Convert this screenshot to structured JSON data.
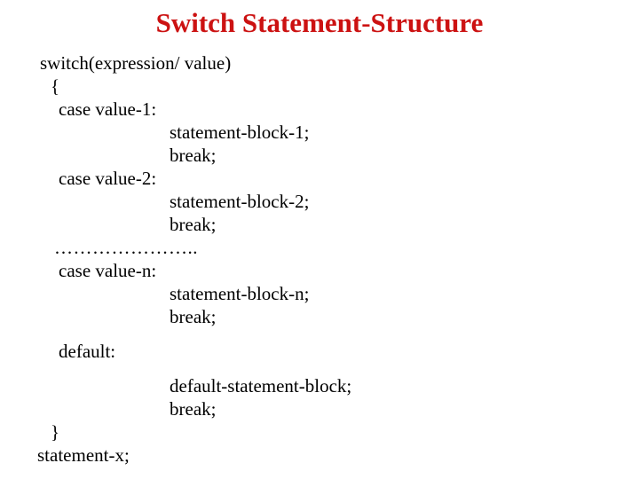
{
  "slide": {
    "title": "Switch Statement-Structure",
    "title_color": "#cc1212",
    "text_color": "#000000",
    "background_color": "#ffffff"
  },
  "code": {
    "line_switch": "switch(expression/ value)",
    "line_open_brace": "{",
    "line_case_1": "case value-1:",
    "line_block_1": "statement-block-1;",
    "line_break_1": "break;",
    "line_case_2": "case value-2:",
    "line_block_2": "statement-block-2;",
    "line_break_2": "break;",
    "line_ellipsis": "…………………..",
    "line_case_n": "case value-n:",
    "line_block_n": "statement-block-n;",
    "line_break_n": "break;",
    "line_default": "default:",
    "line_block_default": "default-statement-block;",
    "line_break_default": "break;",
    "line_close_brace": "}",
    "line_statement_x": "statement-x;"
  }
}
